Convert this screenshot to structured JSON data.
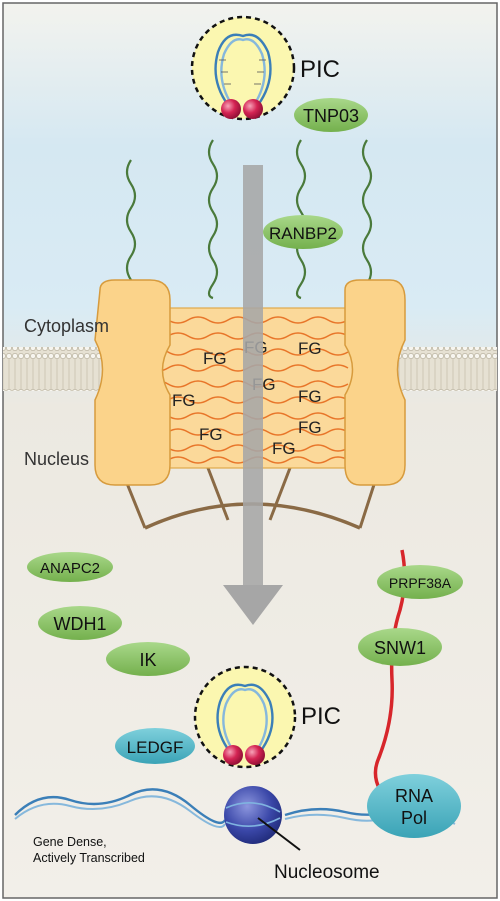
{
  "regions": {
    "cytoplasm": "Cytoplasm",
    "nucleus": "Nucleus"
  },
  "complexes": {
    "pic_top": "PIC",
    "pic_bottom": "PIC"
  },
  "proteins": {
    "tnpo3": "TNP03",
    "ranbp2": "RANBP2",
    "anapc2": "ANAPC2",
    "wdh1": "WDH1",
    "ik": "IK",
    "ledgf": "LEDGF",
    "prpf38a": "PRPF38A",
    "snw1": "SNW1",
    "rna_pol_line1": "RNA",
    "rna_pol_line2": "Pol"
  },
  "fg_repeats": [
    "FG",
    "FG",
    "FG",
    "FG",
    "FG",
    "FG",
    "FG",
    "FG",
    "FG"
  ],
  "chromatin": {
    "caption_line1": "Gene Dense,",
    "caption_line2": "Actively Transcribed",
    "nucleosome": "Nucleosome"
  },
  "colors": {
    "cytoplasm_bg": "#d6e9f3",
    "nucleus_bg": "#f2efe8",
    "protein_green": "#8cc464",
    "protein_teal": "#4fb5c6",
    "pore": "#fbd38a",
    "fg_strand": "#e8762a",
    "arrow": "#a6a6a6",
    "rna": "#d7262b",
    "dna": "#3b7fb8",
    "nucleosome": "#3a47a8",
    "pic_fill": "#fbf7b0",
    "pic_bead": "#d42453",
    "membrane": "#d9d3c2"
  }
}
